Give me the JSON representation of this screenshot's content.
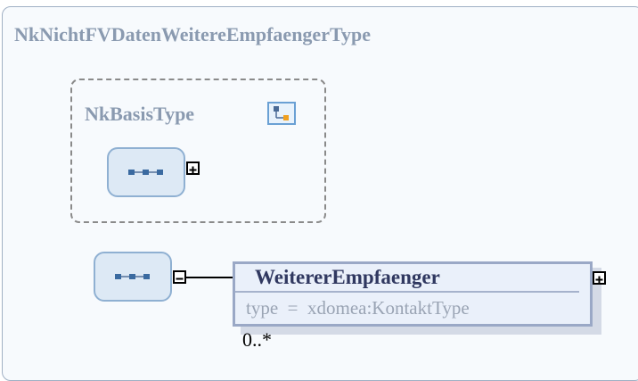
{
  "outer_type": {
    "name": "NkNichtFVDatenWeitereEmpfaengerType"
  },
  "base_type": {
    "name": "NkBasisType"
  },
  "element": {
    "name": "WeitererEmpfaenger",
    "type_line": "type  =  xdomea:KontaktType",
    "cardinality": "0..*"
  },
  "icons": {
    "base_type_icon": "complex-type-icon",
    "sequence_icon": "sequence-compositor-icon",
    "expand_icon": "plus-box-icon",
    "collapse_icon": "minus-box-icon"
  },
  "colors": {
    "border": "#a0b0c4",
    "title": "#8a9ab0",
    "element_border": "#9aa8c6",
    "element_fill": "#eaf0fa",
    "sequence_fill": "#dde9f5"
  }
}
